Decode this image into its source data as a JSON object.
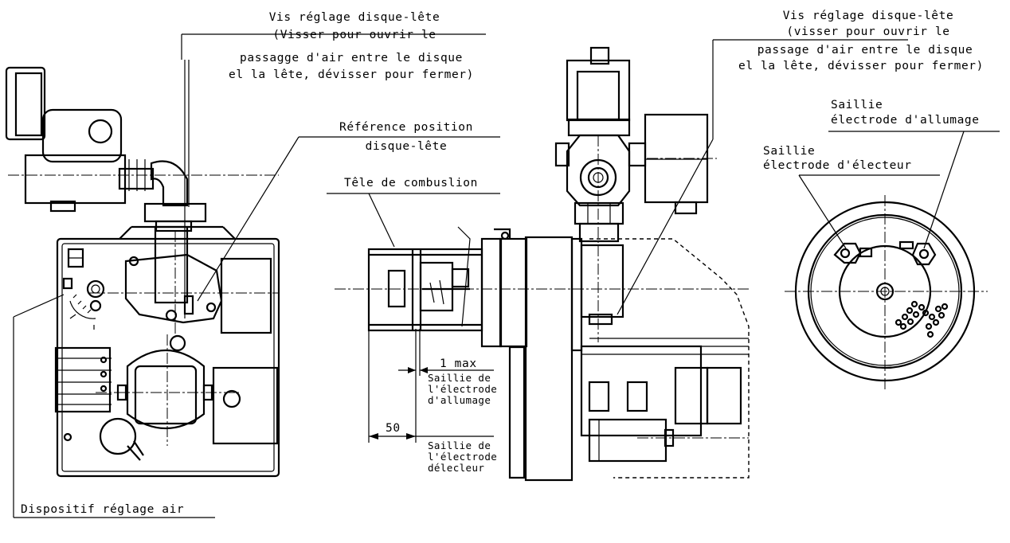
{
  "labels": {
    "vis_left_1": "Vis réglage disque-lête",
    "vis_left_2": "(Visser pour ouvrir le",
    "vis_left_3": "passagge d'air entre le disque",
    "vis_left_4": "el la lête, dévisser pour fermer)",
    "reference_1": "Référence position",
    "reference_2": "disque-lête",
    "tete_combustion": "Têle de combuslion",
    "one_max": "1 max",
    "saillie_allumage": "Saillie de\nl'électrode\nd'allumage",
    "fifty": "50",
    "saillie_detecteur": "Saillie de\nl'électrode\ndélecleur",
    "dispositif": "Dispositif réglage air",
    "vis_right_1": "Vis réglage disque-lête",
    "vis_right_2": "(visser pour ouvrir le",
    "vis_right_3": "passage d'air entre le disque",
    "vis_right_4": "el la lête, dévisser pour fermer)",
    "saillie_right_allumage_1": "Saillie",
    "saillie_right_allumage_2": "électrode d'allumage",
    "saillie_right_detecteur_1": "Saillie",
    "saillie_right_detecteur_2": "électrode d'électeur"
  },
  "colors": {
    "ink": "#000000",
    "paper": "#ffffff"
  }
}
